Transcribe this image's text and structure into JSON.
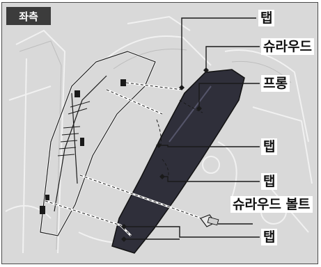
{
  "side_label": "좌측",
  "callouts": {
    "tab_top": "탭",
    "shroud": "슈라우드",
    "prong": "프롱",
    "tab_mid": "탭",
    "tab_lower": "탭",
    "shroud_bolt": "슈라우드 볼트",
    "tab_bottom": "탭"
  },
  "colors": {
    "panel_bg": "#d9d9d9",
    "badge_bg": "#3c3c3c",
    "shroud_fill": "#2f2f3a",
    "line": "#1a1a1a"
  }
}
